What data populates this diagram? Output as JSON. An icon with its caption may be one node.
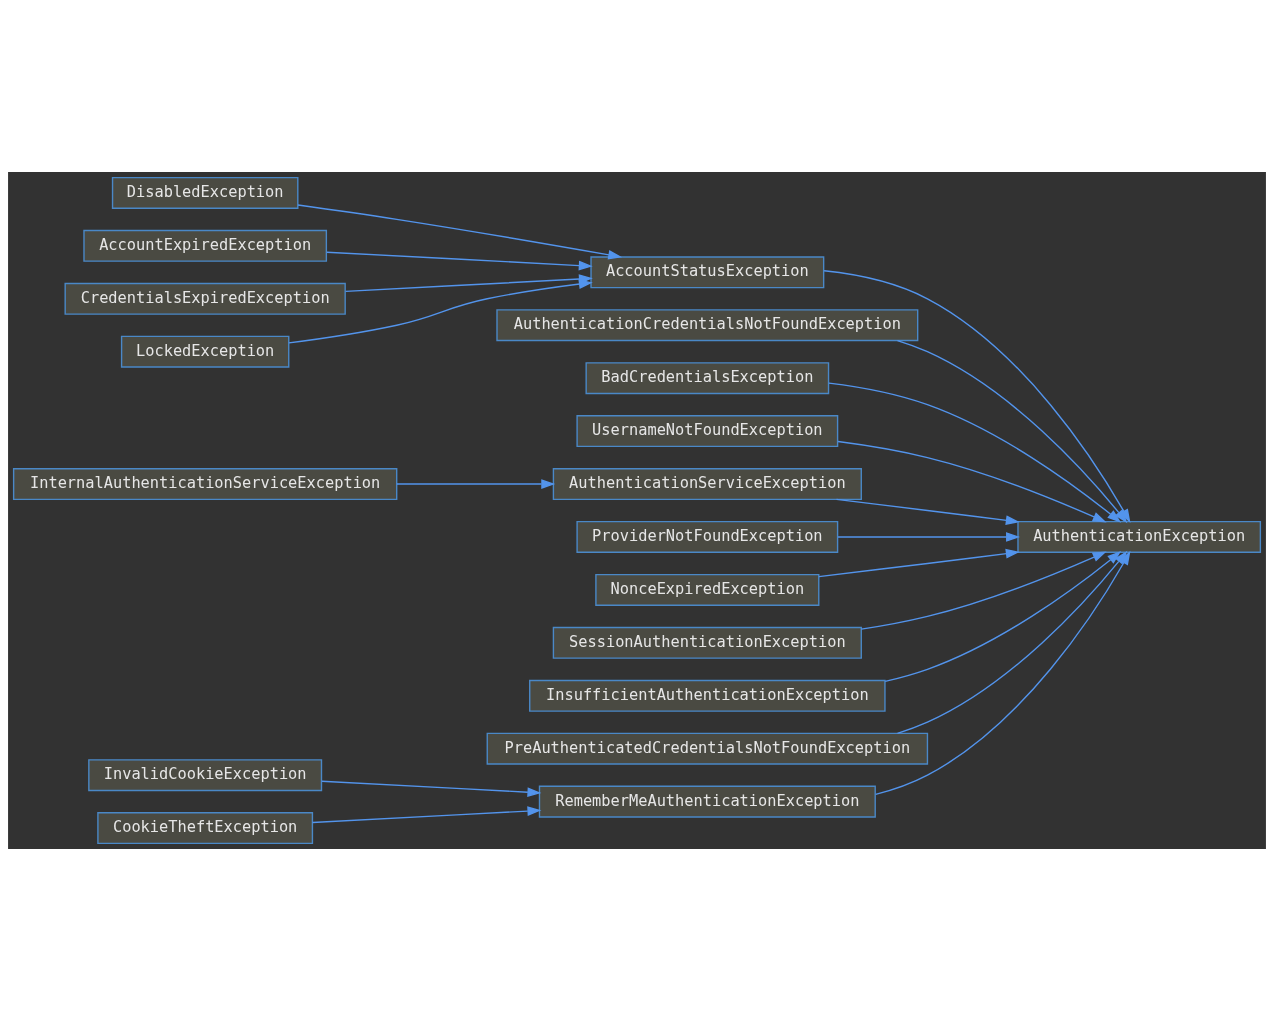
{
  "diagram": {
    "nodes": [
      {
        "text": [
          "DisabledException"
        ]
      },
      {
        "text": [
          "AccountExpiredException"
        ]
      },
      {
        "text": [
          "CredentialsExpiredException"
        ]
      },
      {
        "text": [
          "AuthenticationCredentialsNotFoundException"
        ]
      },
      {
        "text": [
          "AccountStatusException"
        ]
      },
      {
        "text": [
          "BadCredentialsException"
        ]
      },
      {
        "text": [
          "UsernameNotFoundException"
        ]
      },
      {
        "text": [
          "LockedException"
        ]
      },
      {
        "text": [
          "AuthenticationServiceException"
        ]
      },
      {
        "text": [
          "ProviderNotFoundException"
        ]
      },
      {
        "text": [
          "InternalAuthenticationServiceException"
        ]
      },
      {
        "text": [
          "AuthenticationException"
        ]
      },
      {
        "text": [
          "NonceExpiredException"
        ]
      },
      {
        "text": [
          "SessionAuthenticationException"
        ]
      },
      {
        "text": [
          "InsufficientAuthenticationException"
        ]
      },
      {
        "text": [
          "PreAuthenticatedCredentialsNotFoundException"
        ]
      },
      {
        "text": [
          "RememberMeAuthenticationException"
        ]
      },
      {
        "text": [
          "InvalidCookieException"
        ]
      },
      {
        "text": [
          "CookieTheftException"
        ]
      }
    ],
    "edges": [
      {
        "from": 0,
        "to": 4,
        "arrow": "to"
      },
      {
        "from": 1,
        "to": 4,
        "arrow": "to"
      },
      {
        "from": 2,
        "to": 4,
        "arrow": "to"
      },
      {
        "from": 7,
        "to": 4,
        "arrow": "to"
      },
      {
        "from": 3,
        "to": 11,
        "arrow": "to"
      },
      {
        "from": 4,
        "to": 11,
        "arrow": "to"
      },
      {
        "from": 5,
        "to": 11,
        "arrow": "to"
      },
      {
        "from": 6,
        "to": 11,
        "arrow": "to"
      },
      {
        "from": 8,
        "to": 11,
        "arrow": "to"
      },
      {
        "from": 9,
        "to": 11,
        "arrow": "to"
      },
      {
        "from": 10,
        "to": 8,
        "arrow": "to"
      },
      {
        "from": 12,
        "to": 11,
        "arrow": "to"
      },
      {
        "from": 13,
        "to": 11,
        "arrow": "to"
      },
      {
        "from": 14,
        "to": 11,
        "arrow": "to"
      },
      {
        "from": 15,
        "to": 11,
        "arrow": "to"
      },
      {
        "from": 16,
        "to": 11,
        "arrow": "to"
      },
      {
        "from": 17,
        "to": 16,
        "arrow": "to"
      },
      {
        "from": 18,
        "to": 16,
        "arrow": "to"
      }
    ]
  }
}
